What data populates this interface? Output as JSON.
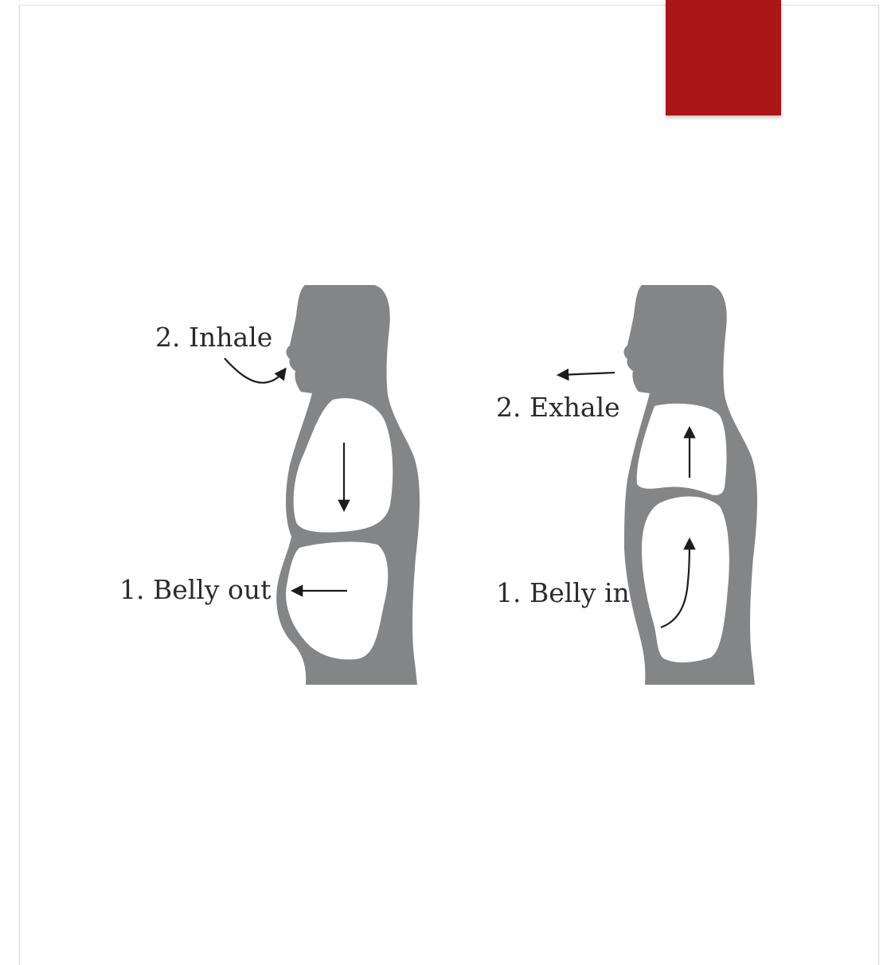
{
  "colors": {
    "accent": "#ab1616",
    "figure": "#848587",
    "text": "#2b2b2b",
    "background": "#ffffff"
  },
  "left_figure": {
    "inhale_label": "2. Inhale",
    "belly_label": "1. Belly out"
  },
  "right_figure": {
    "exhale_label": "2. Exhale",
    "belly_label": "1. Belly in"
  }
}
